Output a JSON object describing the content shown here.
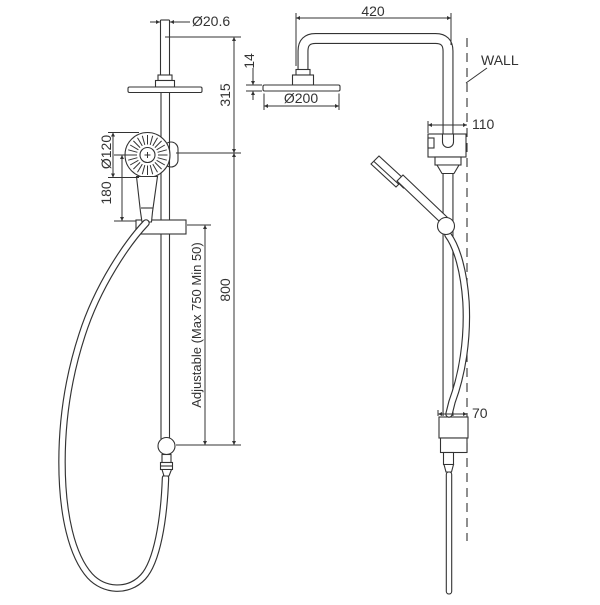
{
  "drawing": {
    "background": "#ffffff",
    "line_color": "#333333",
    "front_view": {
      "inlet_pipe_diameter": "Ø20.6",
      "inlet_to_handshower_height": "315",
      "handshower_head_diameter": "Ø120",
      "handshower_to_slider_offset": "180",
      "handshower_to_rail_end_length": "800",
      "rail_adjustable_note": "Adjustable (Max 750 Min 50)"
    },
    "side_view": {
      "arm_reach": "420",
      "overhead_head_thickness": "14",
      "overhead_head_diameter": "Ø200",
      "wall_label": "WALL",
      "top_bracket_to_wall": "110",
      "bottom_bracket_to_wall": "70"
    }
  }
}
